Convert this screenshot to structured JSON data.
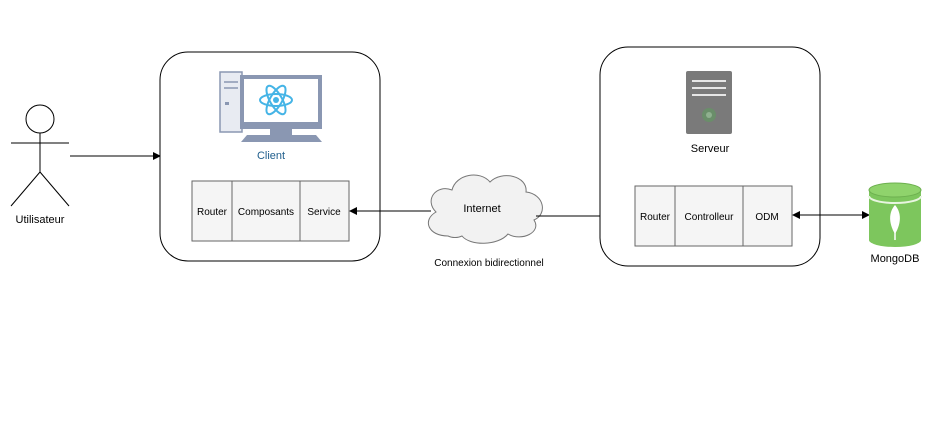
{
  "actor": {
    "label": "Utilisateur"
  },
  "client": {
    "label": "Client",
    "label_color": "#1f5e8c",
    "modules": [
      "Router",
      "Composants",
      "Service"
    ]
  },
  "network": {
    "cloud_label": "Internet",
    "connection_label": "Connexion bidirectionnel"
  },
  "server": {
    "label": "Serveur",
    "modules": [
      "Router",
      "Controlleur",
      "ODM"
    ]
  },
  "database": {
    "label": "MongoDB",
    "color": "#7dc65d"
  },
  "colors": {
    "cell_fill": "#f5f5f5",
    "cell_stroke": "#666666",
    "react": "#45b4e6",
    "server_body": "#7a7a7a"
  },
  "icons": [
    "desktop-computer-icon",
    "react-logo-icon",
    "server-tower-icon",
    "mongodb-database-icon",
    "stick-figure-icon",
    "cloud-icon"
  ]
}
